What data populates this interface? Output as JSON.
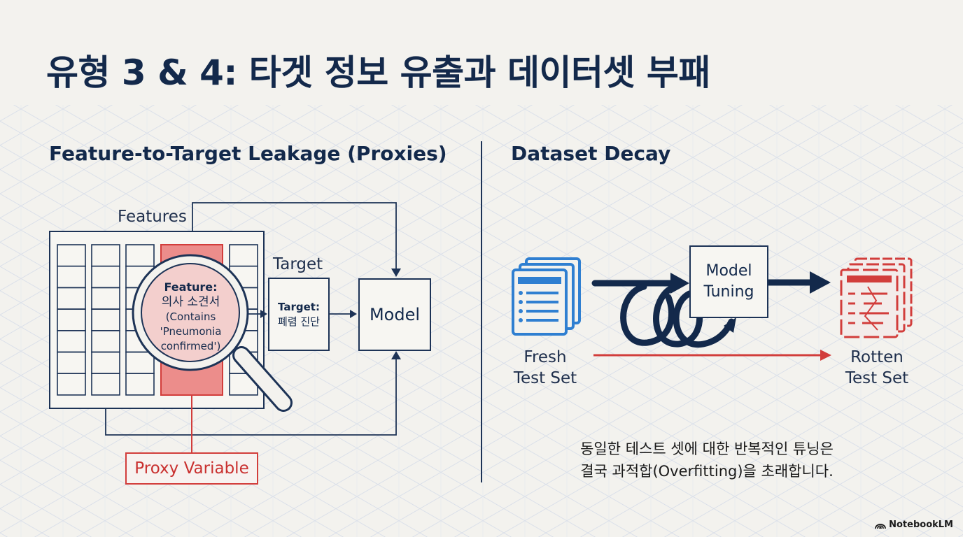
{
  "title": "유형 3 & 4: 타겟 정보 유출과 데이터셋 부패",
  "left_panel": {
    "heading": "Feature-to-Target Leakage (Proxies)",
    "features_label": "Features",
    "target_label": "Target",
    "feature_cell": {
      "title": "Feature:",
      "name": "의사 소견서",
      "detail_1": "(Contains",
      "detail_2": "'Pneumonia",
      "detail_3": "confirmed')"
    },
    "target_box": {
      "title": "Target:",
      "value": "폐렴 진단"
    },
    "model_label": "Model",
    "proxy_label": "Proxy Variable"
  },
  "right_panel": {
    "heading": "Dataset Decay",
    "model_tuning_line1": "Model",
    "model_tuning_line2": "Tuning",
    "fresh_line1": "Fresh",
    "fresh_line2": "Test Set",
    "rotten_line1": "Rotten",
    "rotten_line2": "Test Set",
    "note_line1": "동일한 테스트 셋에 대한 반복적인 튜닝은",
    "note_line2": "결국 과적합(Overfitting)을 초래합니다."
  },
  "brand": "NotebookLM",
  "colors": {
    "navy": "#13294b",
    "accent_red": "#d23d3b",
    "highlight_pink": "#f1c4c2",
    "doc_blue": "#2f7fd1",
    "background": "#f3f2ee"
  },
  "icons": [
    "magnifier-icon",
    "document-stack-icon",
    "rotten-document-stack-icon",
    "loop-arrow-icon",
    "notebooklm-logo-icon"
  ]
}
